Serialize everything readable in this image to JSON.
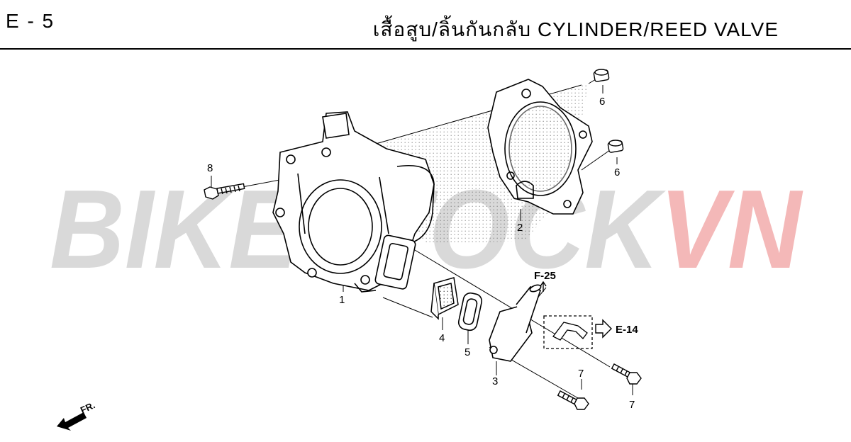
{
  "header": {
    "page_code": "E - 5",
    "title": "เสื้อสูบ/ลิ้นกันกลับ CYLINDER/REED VALVE"
  },
  "watermark": {
    "brand": "BIKESTOCK",
    "suffix": "VN",
    "brand_color": "#d9d9d9",
    "suffix_color": "#f4b8b8"
  },
  "callouts": {
    "c1": "1",
    "c2": "2",
    "c3": "3",
    "c4": "4",
    "c5": "5",
    "c6a": "6",
    "c6b": "6",
    "c7a": "7",
    "c7b": "7",
    "c8": "8"
  },
  "references": {
    "f25": "F-25",
    "e14": "E-14"
  },
  "front_indicator": "FR."
}
